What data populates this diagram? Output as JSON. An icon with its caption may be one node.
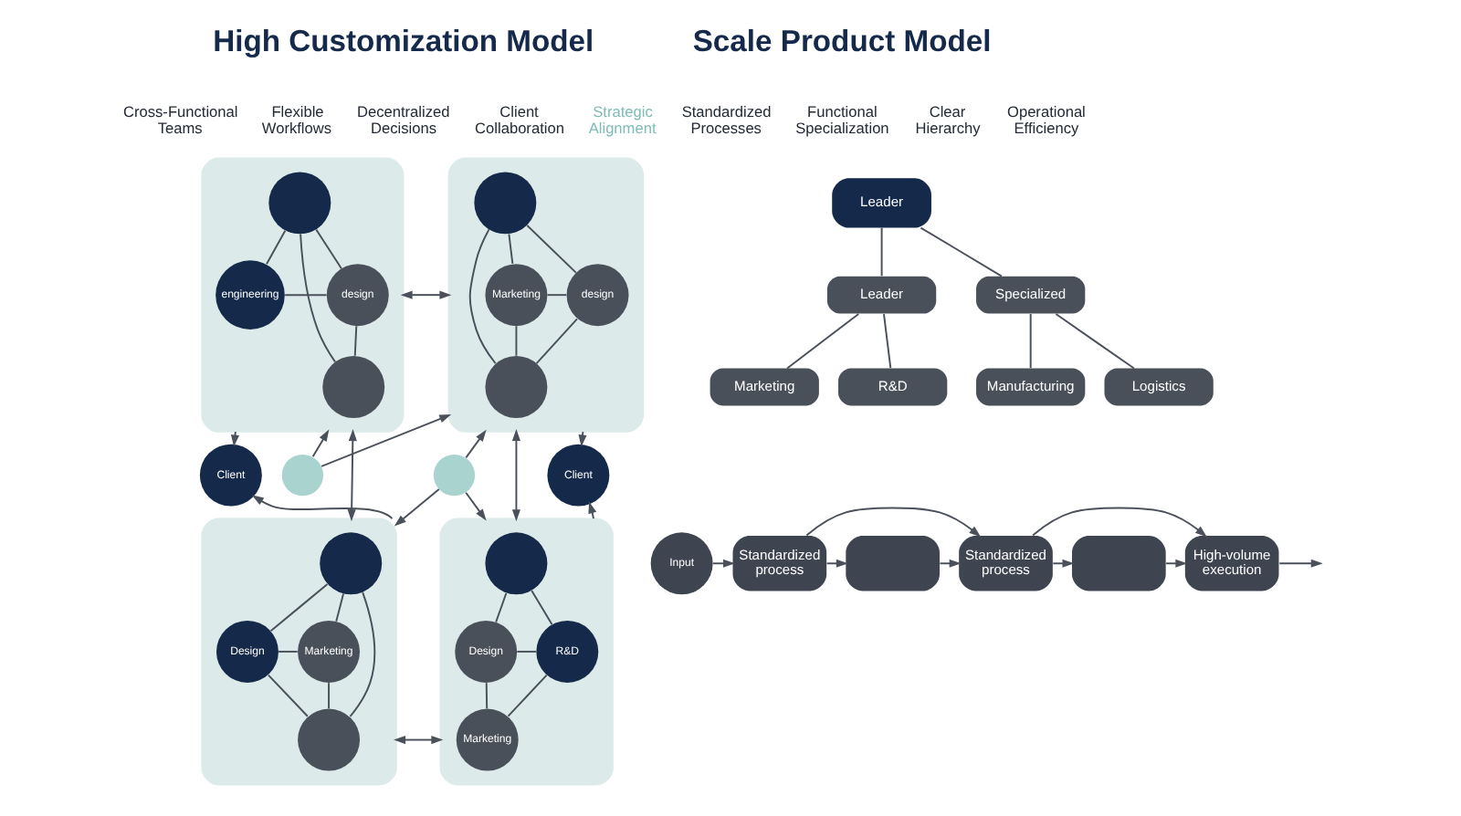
{
  "diagram": {
    "nodes": [
      {
        "text": [],
        "shape": "box"
      },
      {
        "text": [],
        "shape": "circle",
        "in": 0
      },
      {
        "text": [
          "engineering"
        ],
        "in": 0
      },
      {
        "text": [
          "design"
        ],
        "in": 0
      },
      {
        "text": [],
        "shape": "circle",
        "in": 0
      },
      {
        "text": [],
        "shape": "box"
      },
      {
        "text": [],
        "shape": "circle",
        "in": 5
      },
      {
        "text": [
          "Marketing"
        ],
        "in": 5
      },
      {
        "text": [
          "design"
        ],
        "in": 5
      },
      {
        "text": [],
        "shape": "circle",
        "in": 5
      },
      {
        "text": [
          "Client"
        ]
      },
      {
        "text": [],
        "shape": "circle"
      },
      {
        "text": [],
        "shape": "circle"
      },
      {
        "text": [
          "Client"
        ]
      },
      {
        "text": [],
        "shape": "box"
      },
      {
        "text": [],
        "shape": "circle",
        "in": 14
      },
      {
        "text": [
          "Design"
        ],
        "in": 14
      },
      {
        "text": [
          "Marketing"
        ],
        "in": 14
      },
      {
        "text": [],
        "shape": "circle",
        "in": 14
      },
      {
        "text": [],
        "shape": "box"
      },
      {
        "text": [],
        "shape": "circle",
        "in": 19
      },
      {
        "text": [
          "Design"
        ],
        "in": 19
      },
      {
        "text": [
          "R&D"
        ],
        "in": 19
      },
      {
        "text": [
          "Marketing"
        ],
        "in": 19
      },
      {
        "text": [
          "Leader"
        ]
      },
      {
        "text": [
          "Leader"
        ]
      },
      {
        "text": [
          "Specialized"
        ]
      },
      {
        "text": [
          "Marketing"
        ]
      },
      {
        "text": [
          "R&D"
        ]
      },
      {
        "text": [
          "Manufacturing"
        ]
      },
      {
        "text": [
          "Logistics"
        ]
      },
      {
        "text": [
          "Input"
        ]
      },
      {
        "text": [
          "Standardized process"
        ]
      },
      {
        "text": [],
        "shape": "box"
      },
      {
        "text": [
          "Standardized process"
        ]
      },
      {
        "text": [],
        "shape": "box"
      },
      {
        "text": [
          "High-volume execution"
        ]
      }
    ],
    "edges": [
      {
        "from": 1,
        "to": 2,
        "arrow": "none"
      },
      {
        "from": 1,
        "to": 3,
        "arrow": "none"
      },
      {
        "from": 1,
        "to": 4,
        "arrow": "none"
      },
      {
        "from": 2,
        "to": 3,
        "arrow": "none"
      },
      {
        "from": 3,
        "to": 4,
        "arrow": "none"
      },
      {
        "from": 6,
        "to": 7,
        "arrow": "none"
      },
      {
        "from": 6,
        "to": 8,
        "arrow": "none"
      },
      {
        "from": 6,
        "to": 9,
        "arrow": "none"
      },
      {
        "from": 7,
        "to": 8,
        "arrow": "none"
      },
      {
        "from": 7,
        "to": 9,
        "arrow": "none"
      },
      {
        "from": 8,
        "to": 9,
        "arrow": "none"
      },
      {
        "from": 0,
        "to": 5,
        "arrow": "both"
      },
      {
        "from": 0,
        "to": 14,
        "arrow": "both"
      },
      {
        "from": 5,
        "to": 19,
        "arrow": "both"
      },
      {
        "from": 0,
        "to": 10,
        "arrow": "to"
      },
      {
        "from": 14,
        "to": 10,
        "arrow": "to"
      },
      {
        "from": 5,
        "to": 13,
        "arrow": "to"
      },
      {
        "from": 19,
        "to": 13,
        "arrow": "to"
      },
      {
        "from": 11,
        "to": 0,
        "arrow": "to"
      },
      {
        "from": 11,
        "to": 5,
        "arrow": "to"
      },
      {
        "from": 12,
        "to": 5,
        "arrow": "to"
      },
      {
        "from": 12,
        "to": 14,
        "arrow": "to"
      },
      {
        "from": 12,
        "to": 19,
        "arrow": "to"
      },
      {
        "from": 15,
        "to": 16,
        "arrow": "none"
      },
      {
        "from": 15,
        "to": 17,
        "arrow": "none"
      },
      {
        "from": 15,
        "to": 18,
        "arrow": "none"
      },
      {
        "from": 16,
        "to": 17,
        "arrow": "none"
      },
      {
        "from": 16,
        "to": 18,
        "arrow": "none"
      },
      {
        "from": 17,
        "to": 18,
        "arrow": "none"
      },
      {
        "from": 14,
        "to": 19,
        "arrow": "both"
      },
      {
        "from": 20,
        "to": 21,
        "arrow": "none"
      },
      {
        "from": 20,
        "to": 22,
        "arrow": "none"
      },
      {
        "from": 21,
        "to": 22,
        "arrow": "none"
      },
      {
        "from": 21,
        "to": 23,
        "arrow": "none"
      },
      {
        "from": 22,
        "to": 23,
        "arrow": "none"
      },
      {
        "from": 24,
        "to": 25,
        "arrow": "none"
      },
      {
        "from": 24,
        "to": 26,
        "arrow": "none"
      },
      {
        "from": 25,
        "to": 27,
        "arrow": "none"
      },
      {
        "from": 25,
        "to": 28,
        "arrow": "none"
      },
      {
        "from": 26,
        "to": 29,
        "arrow": "none"
      },
      {
        "from": 26,
        "to": 30,
        "arrow": "none"
      },
      {
        "from": 31,
        "to": 32,
        "arrow": "to"
      },
      {
        "from": 32,
        "to": 33,
        "arrow": "to"
      },
      {
        "from": 32,
        "to": 34,
        "arrow": "to"
      },
      {
        "from": 33,
        "to": 34,
        "arrow": "to"
      },
      {
        "from": 34,
        "to": 35,
        "arrow": "to"
      },
      {
        "from": 34,
        "to": 36,
        "arrow": "to"
      },
      {
        "from": 35,
        "to": 36,
        "arrow": "to"
      },
      {
        "from": 36,
        "to": null,
        "arrow": "to"
      }
    ],
    "labels": [
      "High Customization Model",
      "Scale Product Model",
      "Cross-Functional Teams",
      "Flexible Workflows",
      "Decentralized Decisions",
      "Client Collaboration",
      "Strategic Alignment",
      "Standardized Processes",
      "Functional Specialization",
      "Clear Hierarchy",
      "Operational Efficiency"
    ]
  }
}
